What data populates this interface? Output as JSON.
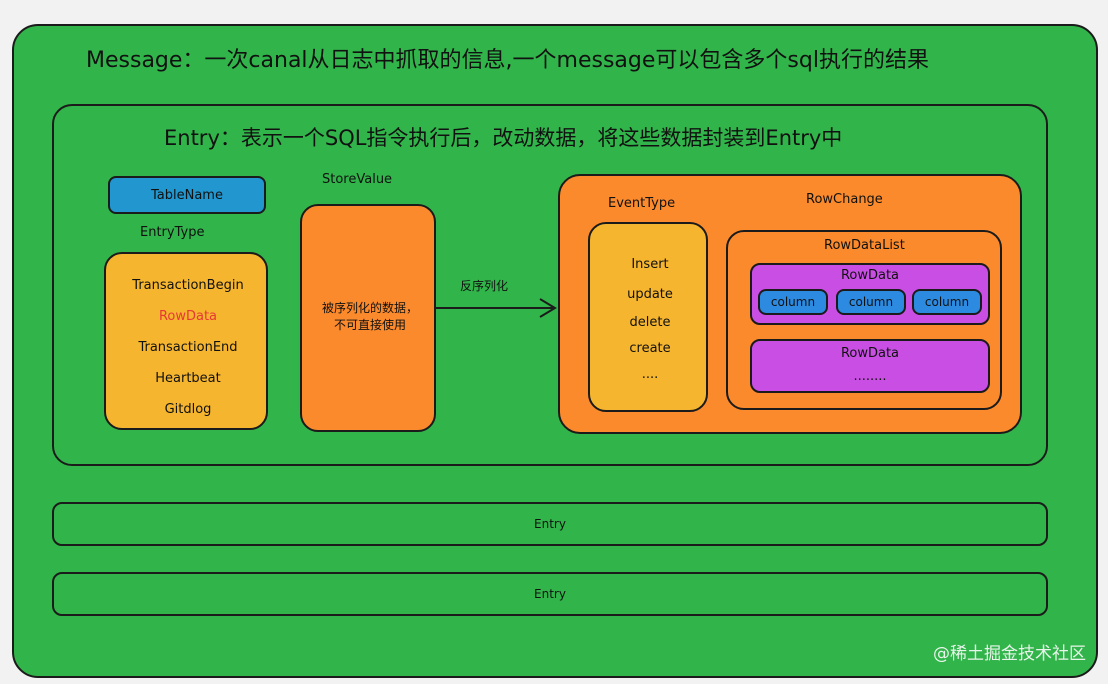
{
  "message": {
    "title": "Message：一次canal从日志中抓取的信息,一个message可以包含多个sql执行的结果"
  },
  "entry": {
    "title": "Entry：表示一个SQL指令执行后，改动数据，将这些数据封装到Entry中",
    "table_name": "TableName",
    "entry_type": {
      "label": "EntryType",
      "items": [
        "TransactionBegin",
        "RowData",
        "TransactionEnd",
        "Heartbeat",
        "Gitdlog"
      ],
      "highlight_color": "#e53935"
    },
    "store_value": {
      "label": "StoreValue",
      "text_line1": "被序列化的数据，",
      "text_line2": "不可直接使用"
    },
    "arrow_label": "反序列化",
    "row_change": {
      "label": "RowChange",
      "event_type": {
        "label": "EventType",
        "items": [
          "Insert",
          "update",
          "delete",
          "create",
          "...."
        ]
      },
      "row_data_list": {
        "label": "RowDataList",
        "row_data_1": {
          "label": "RowData",
          "columns": [
            "column",
            "column",
            "column"
          ]
        },
        "row_data_2": {
          "label": "RowData",
          "more": "........"
        }
      }
    }
  },
  "extra_entries": [
    "Entry",
    "Entry"
  ],
  "watermark": "@稀土掘金技术社区",
  "colors": {
    "green": "#31b54a",
    "blue": "#2196cf",
    "yellow": "#f6b52e",
    "orange": "#fb8a2c",
    "purple": "#c94fe4"
  }
}
